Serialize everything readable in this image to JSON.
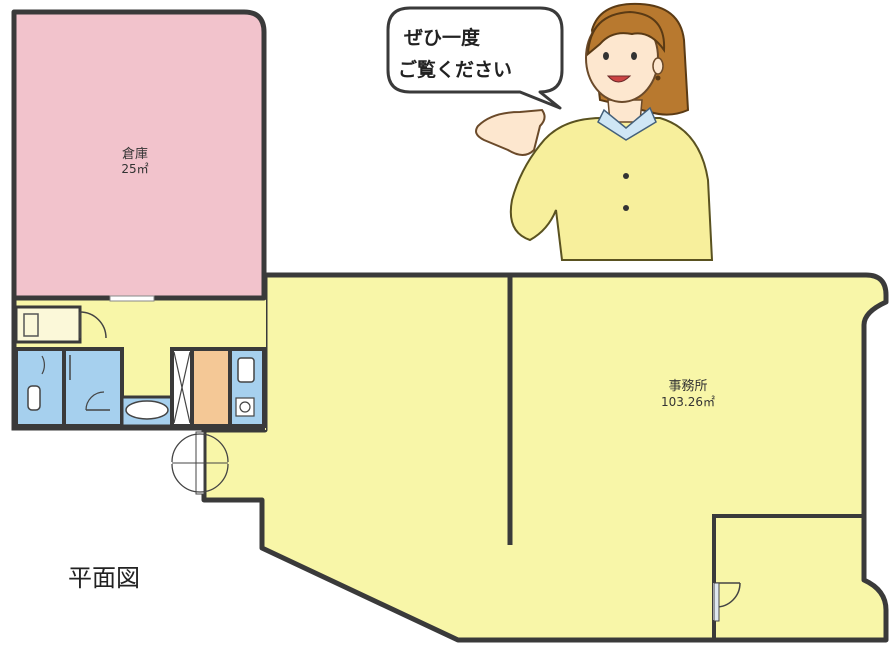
{
  "speech_bubble": {
    "line1": "ぜひ一度",
    "line2": "ご覧ください"
  },
  "rooms": {
    "storage": {
      "name": "倉庫",
      "area": "25㎡"
    },
    "office": {
      "name": "事務所",
      "area": "103.26㎡"
    }
  },
  "caption": "平面図",
  "colors": {
    "wall": "#3a3a3a",
    "storage_fill": "#f2c3cc",
    "office_fill": "#f8f6a8",
    "wet_area_fill": "#a6d0ee",
    "kitchen_fill": "#f4c896",
    "toilet_fill": "#fbf8d9",
    "jacket_fill": "#f7ef9c",
    "collar_fill": "#cfe6f5",
    "hair_fill": "#b8792f",
    "skin_fill": "#fde7cf"
  },
  "icons": [
    "door-swing-icon",
    "toilet-icon",
    "bathtub-icon",
    "sink-icon",
    "stove-icon",
    "presenter-woman-icon"
  ]
}
